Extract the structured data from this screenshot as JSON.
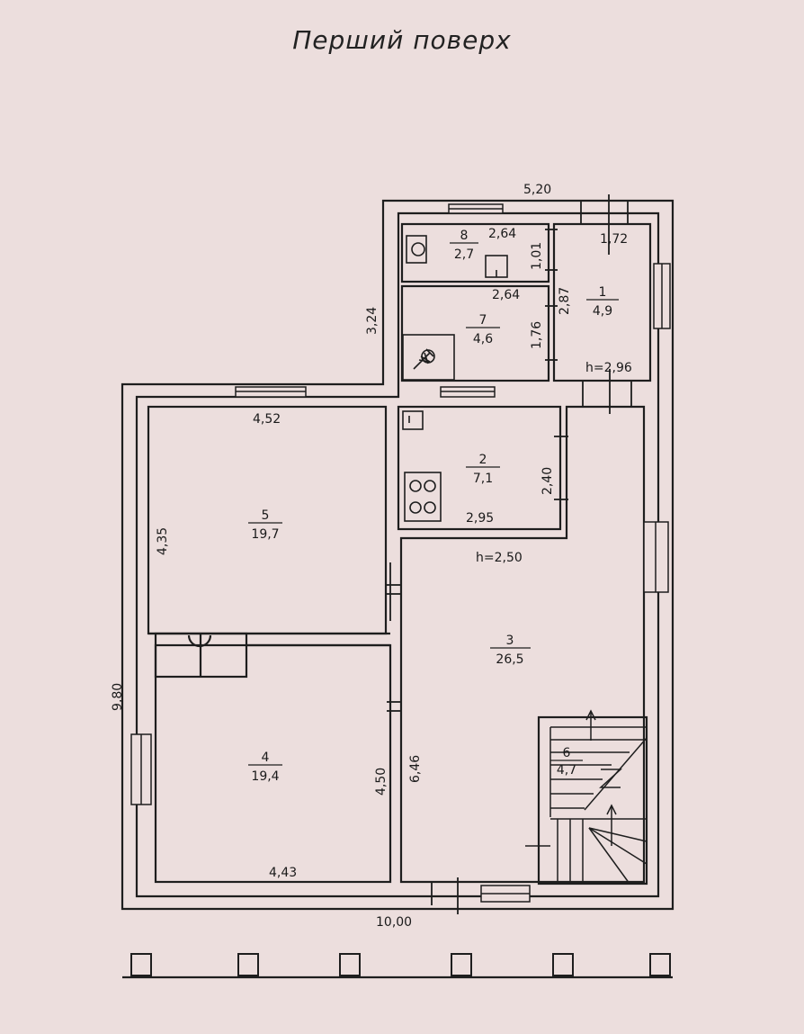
{
  "title": "Перший  поверх",
  "colors": {
    "paper": "#ecdedd",
    "ink": "#1e1e1e",
    "window_fill": "#cfcfcf"
  },
  "dimensions": {
    "top_width": "5,20",
    "annex_height": "3,24",
    "total_height": "9,80",
    "total_width": "10,00",
    "room1_width": "1,72",
    "room1_length": "2,87",
    "room8_width": "2,64",
    "room8_length": "1,01",
    "room7_width": "2,64",
    "room7_length": "1,76",
    "room5_width": "4,52",
    "room5_length": "4,35",
    "room2_width": "2,95",
    "room2_length": "2,40",
    "room4_width": "4,43",
    "room4_length": "4,50",
    "room3_length": "6,46"
  },
  "heights": {
    "annex": "h=2,96",
    "main": "h=2,50"
  },
  "rooms": [
    {
      "id": "1",
      "number": "1",
      "area": "4,9"
    },
    {
      "id": "2",
      "number": "2",
      "area": "7,1"
    },
    {
      "id": "3",
      "number": "3",
      "area": "26,5"
    },
    {
      "id": "4",
      "number": "4",
      "area": "19,4"
    },
    {
      "id": "5",
      "number": "5",
      "area": "19,7"
    },
    {
      "id": "6",
      "number": "6",
      "area": "4,7"
    },
    {
      "id": "7",
      "number": "7",
      "area": "4,6"
    },
    {
      "id": "8",
      "number": "8",
      "area": "2,7"
    }
  ]
}
